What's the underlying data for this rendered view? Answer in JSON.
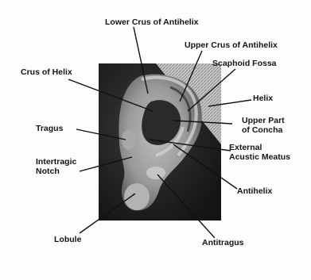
{
  "labels": {
    "lower_crus": "Lower Crus of Antihelix",
    "upper_crus": "Upper Crus of Antihelix",
    "scaphoid_fossa": "Scaphoid Fossa",
    "crus_of_helix": "Crus of Helix",
    "helix": "Helix",
    "upper_concha_1": "Upper Part",
    "upper_concha_2": "of Concha",
    "tragus": "Tragus",
    "external_meatus_1": "External",
    "external_meatus_2": "Acustic Meatus",
    "intertragic_1": "Intertragic",
    "intertragic_2": "Notch",
    "antihelix": "Antihelix",
    "lobule": "Lobule",
    "antitragus": "Antitragus"
  }
}
